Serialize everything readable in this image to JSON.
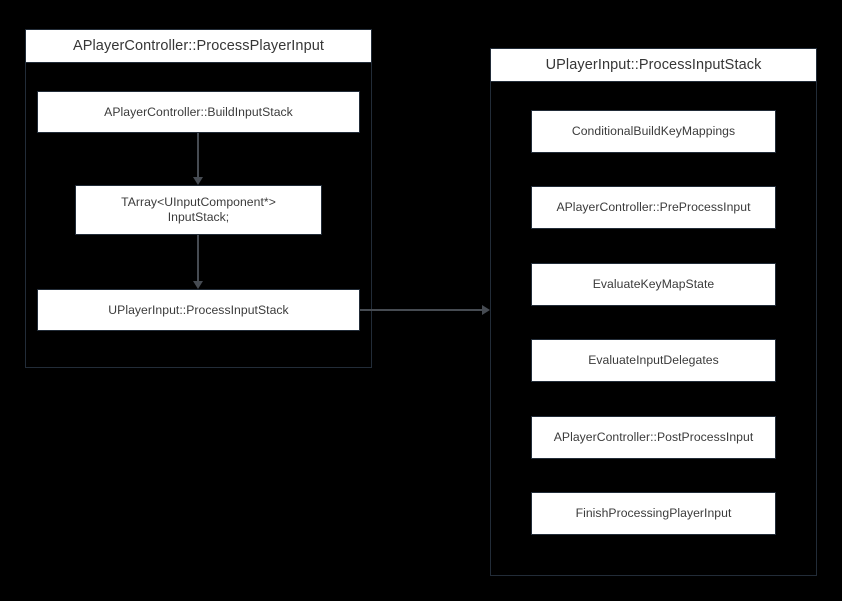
{
  "diagram": {
    "background_color": "#000000",
    "node_fill": "#ffffff",
    "node_border": "#222c38",
    "node_text_color": "#3b3b3b",
    "edge_color": "#464b52",
    "clusters": [
      {
        "id": "cluster-process-player-input",
        "title": "APlayerController::ProcessPlayerInput",
        "nodes": [
          {
            "id": "build-input-stack",
            "label": "APlayerController::BuildInputStack"
          },
          {
            "id": "input-stack-array",
            "label": "TArray<UInputComponent*>\nInputStack;"
          },
          {
            "id": "process-input-stack",
            "label": "UPlayerInput::ProcessInputStack"
          }
        ]
      },
      {
        "id": "cluster-process-input-stack",
        "title": "UPlayerInput::ProcessInputStack",
        "nodes": [
          {
            "id": "conditional-build-key-mappings",
            "label": "ConditionalBuildKeyMappings"
          },
          {
            "id": "pre-process-input",
            "label": "APlayerController::PreProcessInput"
          },
          {
            "id": "evaluate-key-map-state",
            "label": "EvaluateKeyMapState"
          },
          {
            "id": "evaluate-input-delegates",
            "label": "EvaluateInputDelegates"
          },
          {
            "id": "post-process-input",
            "label": "APlayerController::PostProcessInput"
          },
          {
            "id": "finish-processing-player-input",
            "label": "FinishProcessingPlayerInput"
          }
        ]
      }
    ],
    "edges": [
      {
        "id": "edge-build-to-array",
        "from": "build-input-stack",
        "to": "input-stack-array",
        "direction": "down"
      },
      {
        "id": "edge-array-to-process",
        "from": "input-stack-array",
        "to": "process-input-stack",
        "direction": "down"
      },
      {
        "id": "edge-process-to-cluster",
        "from": "process-input-stack",
        "to": "cluster-process-input-stack",
        "direction": "right"
      }
    ]
  }
}
